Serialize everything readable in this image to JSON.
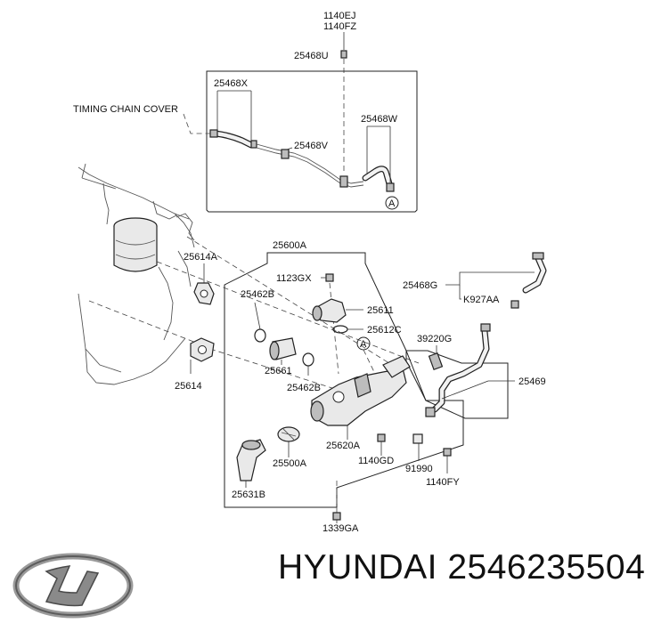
{
  "callouts": {
    "p1140ej": "1140EJ",
    "p1140fz": "1140FZ",
    "p25468u": "25468U",
    "p25468x": "25468X",
    "timing_chain_cover": "TIMING CHAIN COVER",
    "p25468w": "25468W",
    "p25468v": "25468V",
    "ref_a_top": "A",
    "p25600a": "25600A",
    "p25614a": "25614A",
    "p1123gx": "1123GX",
    "p25462b_top": "25462B",
    "p25611": "25611",
    "p25468g": "25468G",
    "pk927aa": "K927AA",
    "p25612c": "25612C",
    "ref_a_mid": "A",
    "p39220g": "39220G",
    "p25661": "25661",
    "p25462b_bot": "25462B",
    "p25614": "25614",
    "p25469": "25469",
    "p25620a": "25620A",
    "p25500a": "25500A",
    "p1140gd": "1140GD",
    "p91990": "91990",
    "p1140fy": "1140FY",
    "p25631b": "25631B",
    "p1339ga": "1339GA"
  },
  "brand": {
    "name": "HYUNDAI 2546235504",
    "logo_icon": "hyundai-logo-icon"
  }
}
